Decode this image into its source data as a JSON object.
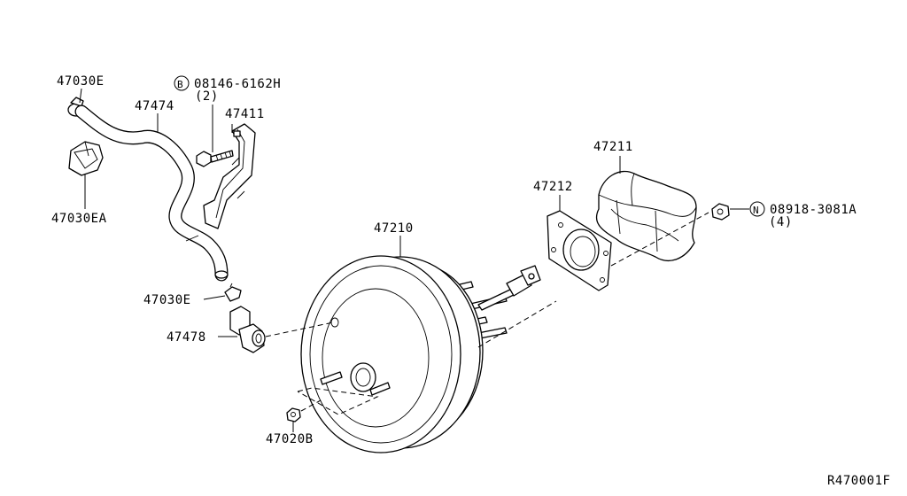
{
  "labels": {
    "p47030E_top": "47030E",
    "p47474": "47474",
    "bolt_prefix": "B",
    "bolt_part": "08146-6162H",
    "bolt_qty": "(2)",
    "p47411": "47411",
    "p47030EA": "47030EA",
    "p47211": "47211",
    "p47212": "47212",
    "nut_prefix": "N",
    "nut_part": "08918-3081A",
    "nut_qty": "(4)",
    "p47210": "47210",
    "p47030E_mid": "47030E",
    "p47478": "47478",
    "p47020B": "47020B",
    "ref_code": "R470001F"
  }
}
